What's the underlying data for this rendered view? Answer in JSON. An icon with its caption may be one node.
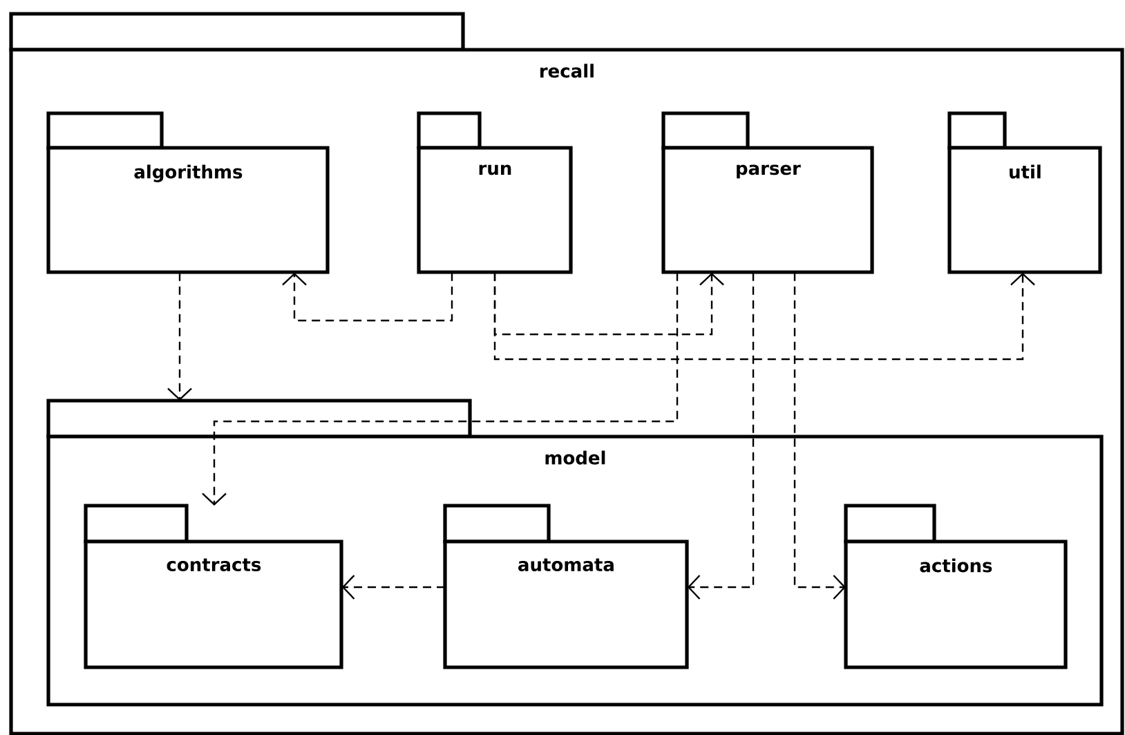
{
  "diagram": {
    "nodes": [
      {
        "text": [
          "recall"
        ]
      },
      {
        "text": [
          "algorithms"
        ],
        "in": 0
      },
      {
        "text": [
          "run"
        ],
        "in": 0
      },
      {
        "text": [
          "parser"
        ],
        "in": 0
      },
      {
        "text": [
          "util"
        ],
        "in": 0
      },
      {
        "text": [
          "model"
        ],
        "in": 0
      },
      {
        "text": [
          "contracts"
        ],
        "in": 5
      },
      {
        "text": [
          "automata"
        ],
        "in": 5
      },
      {
        "text": [
          "actions"
        ],
        "in": 5
      }
    ],
    "edges": [
      {
        "from": 1,
        "to": 5,
        "arrow": "to",
        "style": "dashed"
      },
      {
        "from": 2,
        "to": 1,
        "arrow": "to",
        "style": "dashed"
      },
      {
        "from": 2,
        "to": 3,
        "arrow": "to",
        "style": "dashed"
      },
      {
        "from": 2,
        "to": 4,
        "arrow": "to",
        "style": "dashed"
      },
      {
        "from": 3,
        "to": 6,
        "arrow": "to",
        "style": "dashed"
      },
      {
        "from": 3,
        "to": 7,
        "arrow": "to",
        "style": "dashed"
      },
      {
        "from": 3,
        "to": 8,
        "arrow": "to",
        "style": "dashed"
      },
      {
        "from": 7,
        "to": 6,
        "arrow": "to",
        "style": "dashed"
      }
    ]
  }
}
